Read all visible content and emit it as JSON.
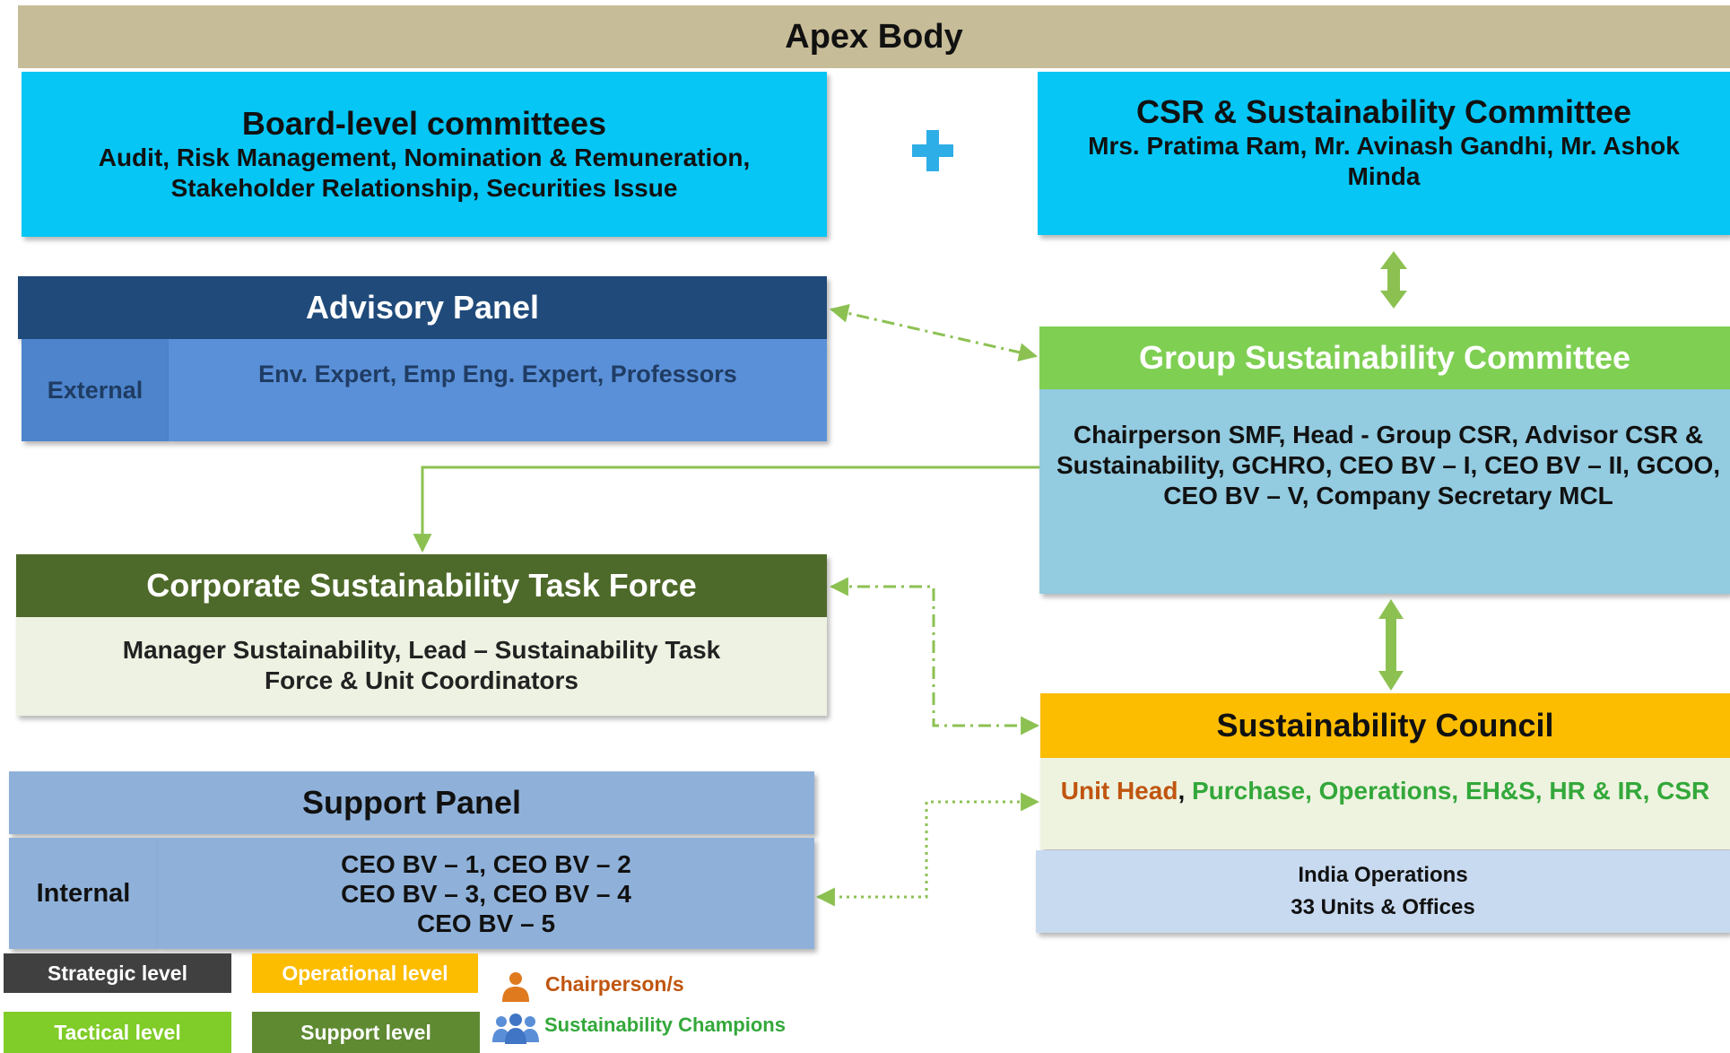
{
  "apex": {
    "title": "Apex Body"
  },
  "board_committees": {
    "title": "Board-level committees",
    "line1": "Audit, Risk Management, Nomination & Remuneration,",
    "line2": "Stakeholder Relationship, Securities Issue"
  },
  "csr_committee": {
    "title": "CSR & Sustainability Committee",
    "members": "Mrs. Pratima Ram, Mr. Avinash Gandhi, Mr. Ashok Minda"
  },
  "advisory_panel": {
    "title": "Advisory Panel",
    "type_label": "External",
    "members": "Env. Expert, Emp Eng. Expert, Professors"
  },
  "group_committee": {
    "title": "Group Sustainability Committee",
    "members": "Chairperson SMF, Head - Group CSR, Advisor CSR & Sustainability, GCHRO, CEO BV – I, CEO BV – II, GCOO, CEO BV – V, Company Secretary MCL"
  },
  "task_force": {
    "title": "Corporate Sustainability Task Force",
    "line1": "Manager Sustainability, Lead – Sustainability Task",
    "line2": "Force & Unit Coordinators"
  },
  "council": {
    "title": "Sustainability Council",
    "unit_head": "Unit Head",
    "separator": ", ",
    "functions": "Purchase, Operations, EH&S, HR & IR, CSR",
    "operations_line1": "India Operations",
    "operations_line2": "33 Units & Offices"
  },
  "support_panel": {
    "title": "Support Panel",
    "type_label": "Internal",
    "line1": "CEO BV – 1, CEO BV – 2",
    "line2": "CEO BV – 3, CEO BV – 4",
    "line3": "CEO BV – 5"
  },
  "legend": {
    "strategic": "Strategic level",
    "operational": "Operational level",
    "tactical": "Tactical level",
    "support": "Support level",
    "chairperson": "Chairperson/s",
    "champions": "Sustainability Champions"
  },
  "colors": {
    "apex": "#c7bc98",
    "committee_blue": "#05c6f5",
    "advisory_navy": "#1f4a7a",
    "group_green": "#7fcf53",
    "task_force_olive": "#4e6a2a",
    "council_yellow": "#fcbc00",
    "support_blue": "#8fb1d9",
    "connector_green": "#8cc152",
    "chairperson_orange": "#e07a1f",
    "champion_blue": "#5a8fd8"
  },
  "icons": {
    "add": "plus-icon",
    "chairperson": "person-icon",
    "champions": "people-group-icon"
  }
}
